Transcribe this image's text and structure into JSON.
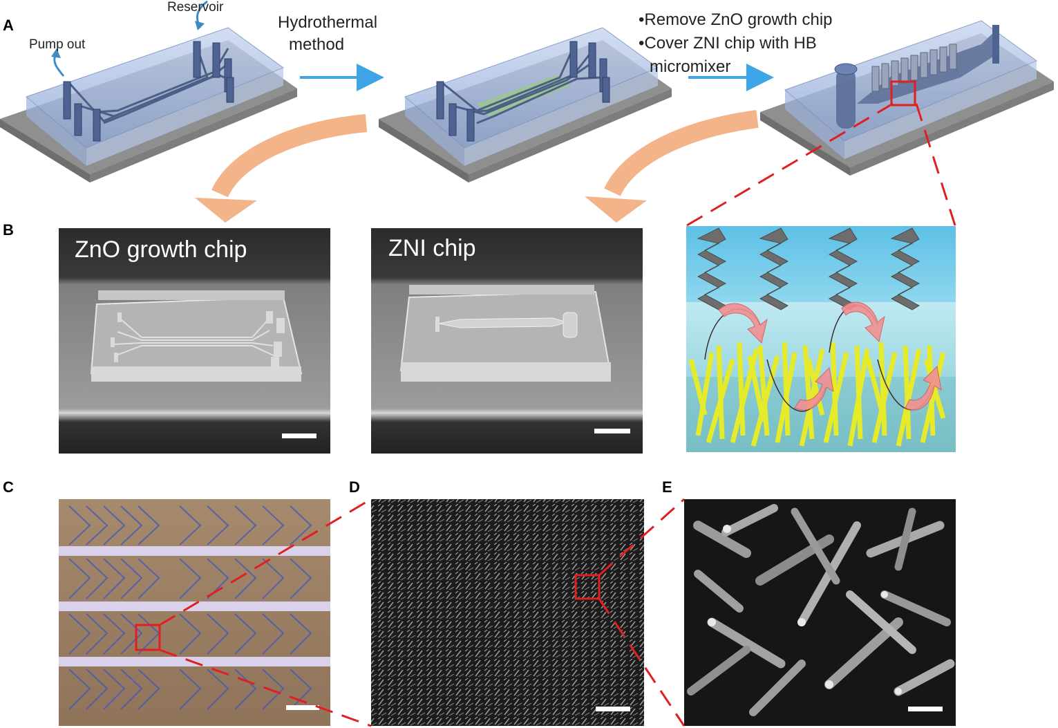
{
  "panels": {
    "a": "A",
    "b": "B",
    "c": "C",
    "d": "D",
    "e": "E"
  },
  "chip1": {
    "reservoir_label": "Reservoir",
    "pump_label": "Pump out"
  },
  "step1": {
    "line1": "Hydrothermal",
    "line2": "method"
  },
  "step2": {
    "line1": "•Remove ZnO growth chip",
    "line2": "•Cover ZNI chip with HB",
    "line3": "micromixer"
  },
  "photos": {
    "growth_title": "ZnO growth chip",
    "zni_title": "ZNI chip"
  },
  "colors": {
    "arrow_blue": "#3ea6e8",
    "curve_orange": "#f4b48a",
    "zoom_red": "#e02020",
    "chip_glass": "#9fb7e0",
    "nanowire": "#e5ea2a"
  }
}
